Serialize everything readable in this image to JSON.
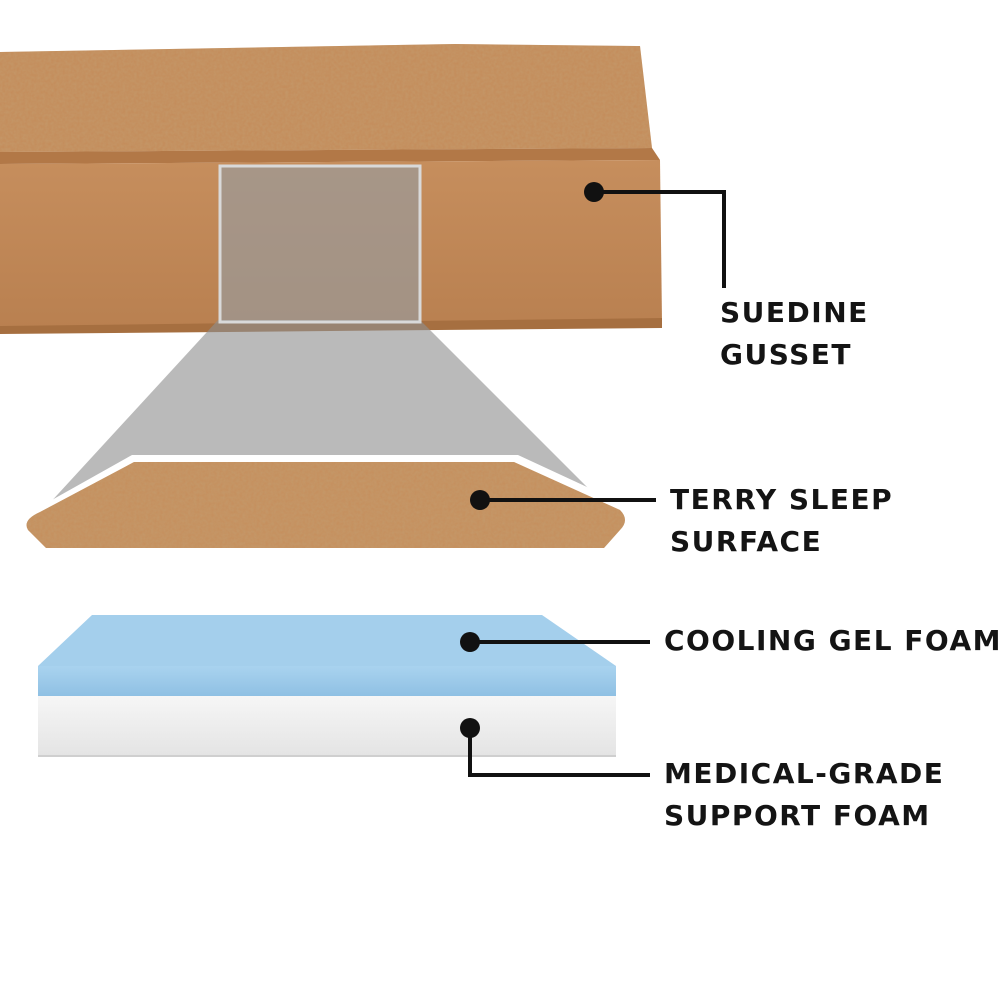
{
  "labels": {
    "suedine_gusset": [
      "SUEDINE",
      "GUSSET"
    ],
    "terry_sleep_surface": [
      "TERRY SLEEP",
      "SURFACE"
    ],
    "cooling_gel_foam": [
      "COOLING GEL FOAM"
    ],
    "medical_grade_support_foam": [
      "MEDICAL-GRADE",
      "SUPPORT FOAM"
    ]
  },
  "colors": {
    "background": "#ffffff",
    "suedine": "#c58c5a",
    "suedine_dark": "#b37a49",
    "terry": "#c58e5c",
    "magnifier": "#9b9b9b",
    "gel_foam": "#9ecbe9",
    "support_foam": "#eeeeee",
    "callout": "#111111"
  }
}
